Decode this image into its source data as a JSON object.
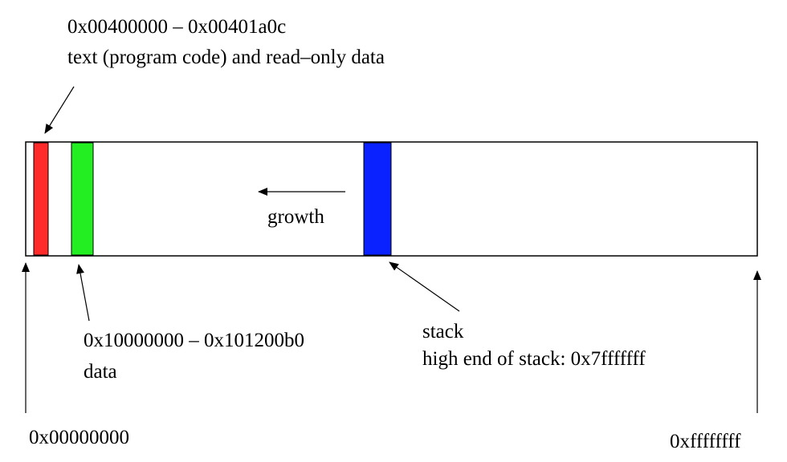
{
  "labels": {
    "text_range": "0x00400000 – 0x00401a0c",
    "text_desc": "text (program code) and read–only data",
    "growth": "growth",
    "data_range": "0x10000000 – 0x101200b0",
    "data_desc": "data",
    "stack_title": "stack",
    "stack_desc": "high end of stack: 0x7fffffff",
    "addr_low": "0x00000000",
    "addr_high": "0xffffffff"
  },
  "colors": {
    "text_segment": "#ff2a2a",
    "data_segment": "#22ee22",
    "stack_segment": "#0a22ff"
  }
}
